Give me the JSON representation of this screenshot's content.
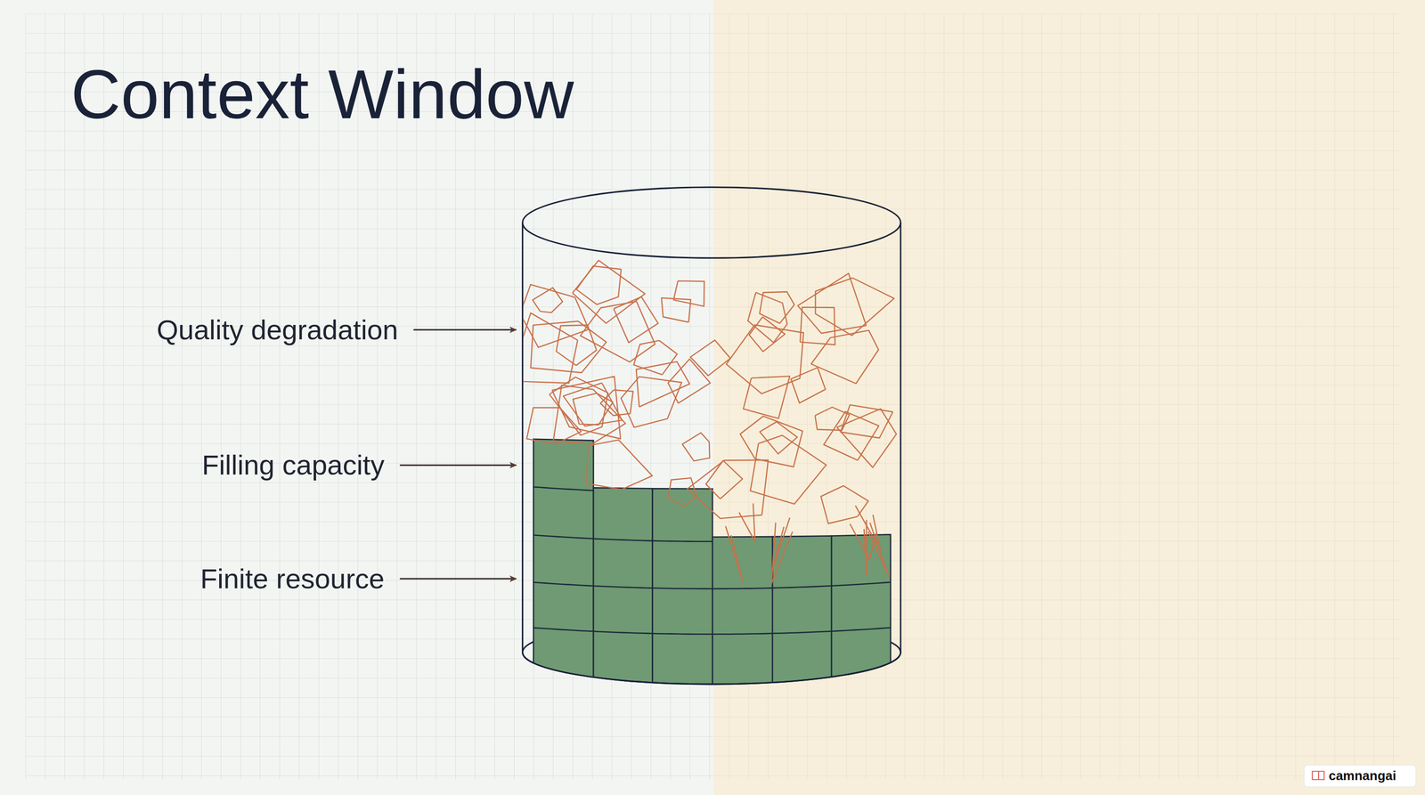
{
  "diagram": {
    "title": "Context Window",
    "labels": [
      "Quality degradation",
      "Filling capacity",
      "Finite resource",
      "camnangai"
    ]
  }
}
